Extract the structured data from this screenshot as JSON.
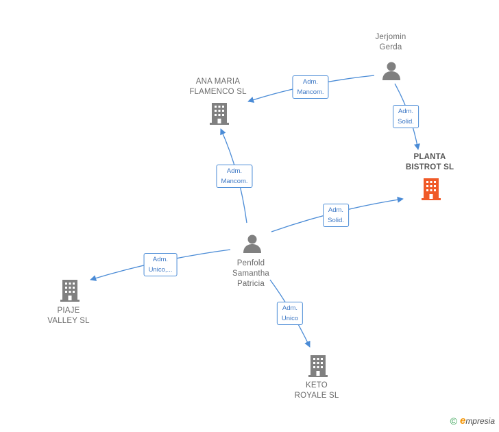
{
  "nodes": {
    "jerjomin": {
      "lines": [
        "Jerjomin",
        "Gerda"
      ],
      "icon": "person-icon"
    },
    "ana_maria": {
      "lines": [
        "ANA MARIA",
        "FLAMENCO  SL"
      ],
      "icon": "building-icon"
    },
    "planta": {
      "lines": [
        "PLANTA",
        "BISTROT  SL"
      ],
      "icon": "building-icon",
      "highlight_color": "#f05a28"
    },
    "penfold": {
      "lines": [
        "Penfold",
        "Samantha",
        "Patricia"
      ],
      "icon": "person-icon"
    },
    "piaje": {
      "lines": [
        "PIAJE",
        "VALLEY  SL"
      ],
      "icon": "building-icon"
    },
    "keto": {
      "lines": [
        "KETO",
        "ROYALE  SL"
      ],
      "icon": "building-icon"
    }
  },
  "edges": [
    {
      "id": "jerjomin-ana",
      "lines": [
        "Adm.",
        "Mancom."
      ]
    },
    {
      "id": "jerjomin-planta",
      "lines": [
        "Adm.",
        "Solid."
      ]
    },
    {
      "id": "penfold-ana",
      "lines": [
        "Adm.",
        "Mancom."
      ]
    },
    {
      "id": "penfold-planta",
      "lines": [
        "Adm.",
        "Solid."
      ]
    },
    {
      "id": "penfold-piaje",
      "lines": [
        "Adm.",
        "Unico,..."
      ]
    },
    {
      "id": "penfold-keto",
      "lines": [
        "Adm.",
        "Unico"
      ]
    }
  ],
  "colors": {
    "edge": "#4a8bd6",
    "node": "#808080",
    "highlight": "#f05a28"
  },
  "footer": {
    "copyright": "©",
    "brand_initial": "e",
    "brand_rest": "mpresia"
  }
}
